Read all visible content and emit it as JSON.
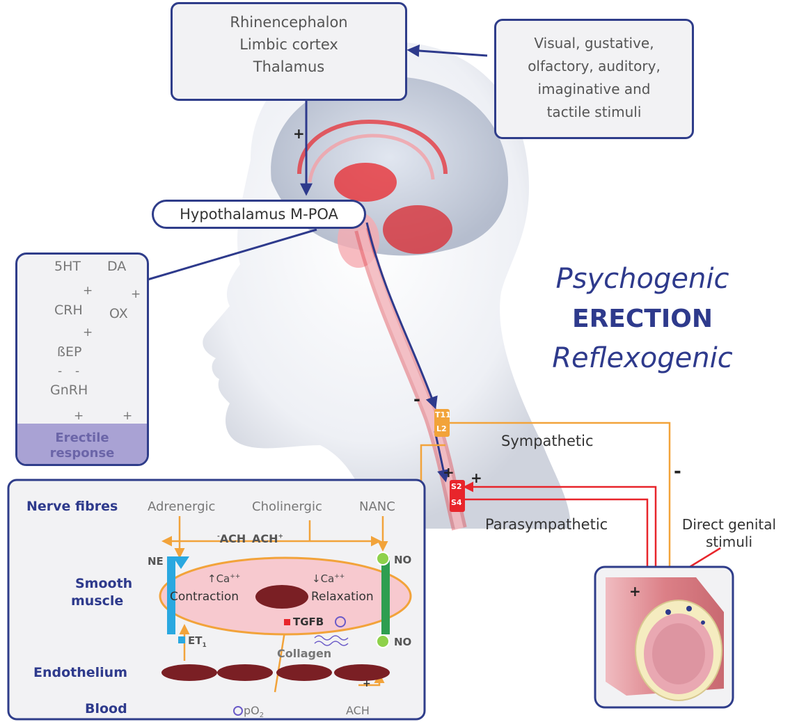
{
  "brain_box": {
    "line1": "Rhinencephalon",
    "line2": "Limbic cortex",
    "line3": "Thalamus"
  },
  "stimuli_box": {
    "line1": "Visual, gustative,",
    "line2": "olfactory, auditory,",
    "line3": "imaginative and",
    "line4": "tactile stimuli"
  },
  "hypothalamus_label": "Hypothalamus M-POA",
  "title": {
    "line1": "Psychogenic",
    "line2": "ERECTION",
    "line3": "Reflexogenic"
  },
  "hormone_box": {
    "col1": [
      "5HT",
      "CRH",
      "ßEP",
      "GnRH"
    ],
    "col2": [
      "DA",
      "OX"
    ],
    "footer_line1": "Erectile",
    "footer_line2": "response"
  },
  "spinal": {
    "t11": "T11",
    "l2": "L2",
    "s2": "S2",
    "s4": "S4"
  },
  "signs": {
    "plus": "+",
    "minus": "-"
  },
  "sympathetic_label": "Sympathetic",
  "parasympathetic_label": "Parasympathetic",
  "direct_label": {
    "line1": "Direct genital",
    "line2": "stimuli"
  },
  "mechanism_box": {
    "row_nerve": "Nerve fibres",
    "row_smooth1": "Smooth",
    "row_smooth2": "muscle",
    "row_endo": "Endothelium",
    "row_blood": "Blood",
    "adrenergic": "Adrenergic",
    "cholinergic": "Cholinergic",
    "nanc": "NANC",
    "ach_left": "ACH",
    "ach_right": "ACH",
    "ne": "NE",
    "no_top": "NO",
    "no_bottom": "NO",
    "ca_up": "Ca",
    "ca_down": "Ca",
    "ca_sup": "++",
    "contraction": "Contraction",
    "relaxation": "Relaxation",
    "tgfb": "TGFB",
    "collagen": "Collagen",
    "et": "ET",
    "et_sub": "1",
    "po2": "pO",
    "po2_sub": "2",
    "ach_blood": "ACH"
  },
  "colors": {
    "navy": "#2e3a8c",
    "orange": "#f2a33a",
    "red": "#e8252b",
    "pink": "#f7c9cf",
    "vessel": "#d96a72",
    "cell": "#7a1f24"
  }
}
